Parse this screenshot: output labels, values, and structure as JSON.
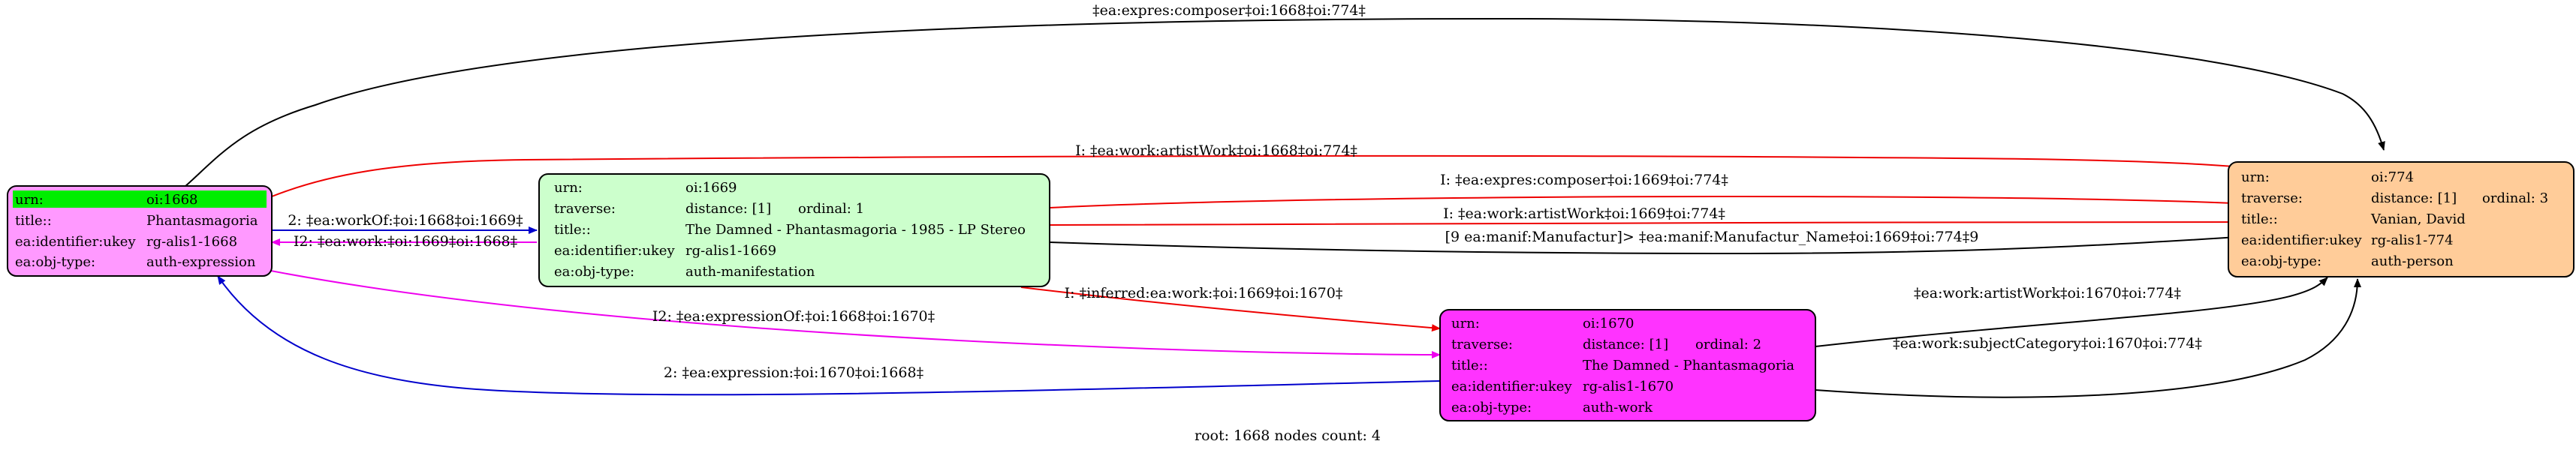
{
  "colors": {
    "expression": "#ff99ff",
    "manifestation": "#ccffcc",
    "work": "#ff33ff",
    "person": "#ffcc99",
    "highlight": "#00ee00",
    "edge_black": "#000000",
    "edge_red": "#ee0000",
    "edge_blue": "#0000cc",
    "edge_magenta": "#ee00ee"
  },
  "nodes": {
    "n1668": {
      "rows": [
        [
          "urn:",
          "oi:1668",
          ""
        ],
        [
          "title::",
          "Phantasmagoria",
          ""
        ],
        [
          "ea:identifier:ukey",
          "rg-alis1-1668",
          ""
        ],
        [
          "ea:obj-type:",
          "auth-expression",
          ""
        ]
      ]
    },
    "n1669": {
      "rows": [
        [
          "urn:",
          "oi:1669",
          ""
        ],
        [
          "traverse:",
          "distance: [1]",
          "ordinal: 1"
        ],
        [
          "title::",
          "The Damned - Phantasmagoria - 1985 - LP Stereo",
          ""
        ],
        [
          "ea:identifier:ukey",
          "rg-alis1-1669",
          ""
        ],
        [
          "ea:obj-type:",
          "auth-manifestation",
          ""
        ]
      ]
    },
    "n1670": {
      "rows": [
        [
          "urn:",
          "oi:1670",
          ""
        ],
        [
          "traverse:",
          "distance: [1]",
          "ordinal: 2"
        ],
        [
          "title::",
          "The Damned - Phantasmagoria",
          ""
        ],
        [
          "ea:identifier:ukey",
          "rg-alis1-1670",
          ""
        ],
        [
          "ea:obj-type:",
          "auth-work",
          ""
        ]
      ]
    },
    "n774": {
      "rows": [
        [
          "urn:",
          "oi:774",
          ""
        ],
        [
          "traverse:",
          "distance: [1]",
          "ordinal: 3"
        ],
        [
          "title::",
          "Vanian, David",
          ""
        ],
        [
          "ea:identifier:ukey",
          "rg-alis1-774",
          ""
        ],
        [
          "ea:obj-type:",
          "auth-person",
          ""
        ]
      ]
    }
  },
  "edges": {
    "e_top": "‡ea:expres:composer‡oi:1668‡oi:774‡",
    "e_artist_1668": "I: ‡ea:work:artistWork‡oi:1668‡oi:774‡",
    "e_workof": "2: ‡ea:workOf:‡oi:1668‡oi:1669‡",
    "e_work_back": "I2: ‡ea:work:‡oi:1669‡oi:1668‡",
    "e_composer_1669": "I: ‡ea:expres:composer‡oi:1669‡oi:774‡",
    "e_artist_1669": "I: ‡ea:work:artistWork‡oi:1669‡oi:774‡",
    "e_manufactur": "[9 ea:manif:Manufactur]> ‡ea:manif:Manufactur_Name‡oi:1669‡oi:774‡9",
    "e_inferred": "I: ‡inferred:ea:work:‡oi:1669‡oi:1670‡",
    "e_expressionof": "I2: ‡ea:expressionOf:‡oi:1668‡oi:1670‡",
    "e_expression": "2: ‡ea:expression:‡oi:1670‡oi:1668‡",
    "e_artist_1670": "‡ea:work:artistWork‡oi:1670‡oi:774‡",
    "e_subject_1670": "‡ea:work:subjectCategory‡oi:1670‡oi:774‡"
  },
  "footer": "root: 1668 nodes count: 4"
}
